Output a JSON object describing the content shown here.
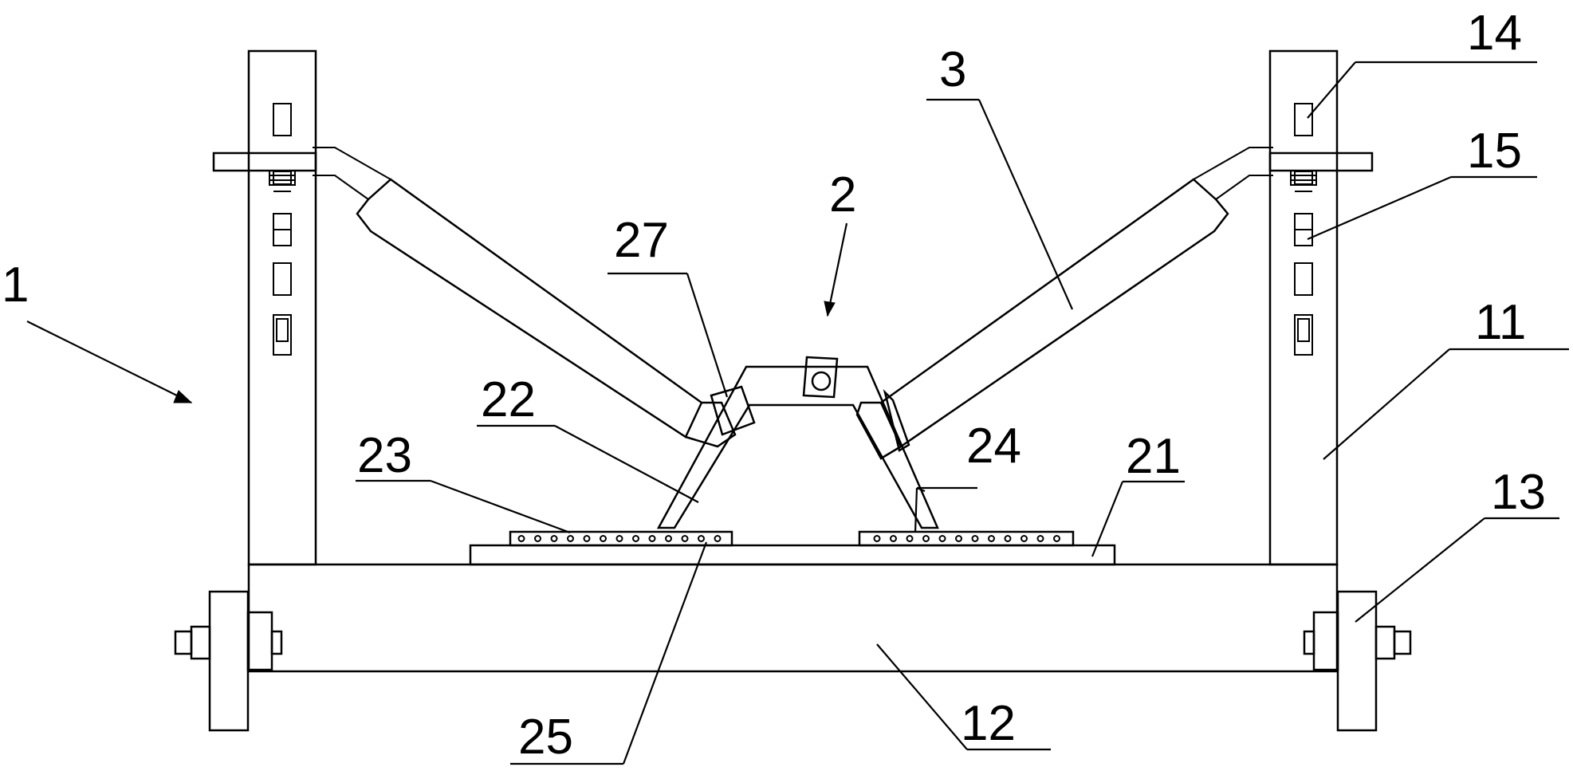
{
  "colors": {
    "background": "#ffffff",
    "line": "#000000"
  },
  "labels": {
    "l1": "1",
    "l2": "2",
    "l3": "3",
    "l11": "11",
    "l12": "12",
    "l13": "13",
    "l14": "14",
    "l15": "15",
    "l21": "21",
    "l22": "22",
    "l23": "23",
    "l24": "24",
    "l25": "25",
    "l27": "27"
  }
}
